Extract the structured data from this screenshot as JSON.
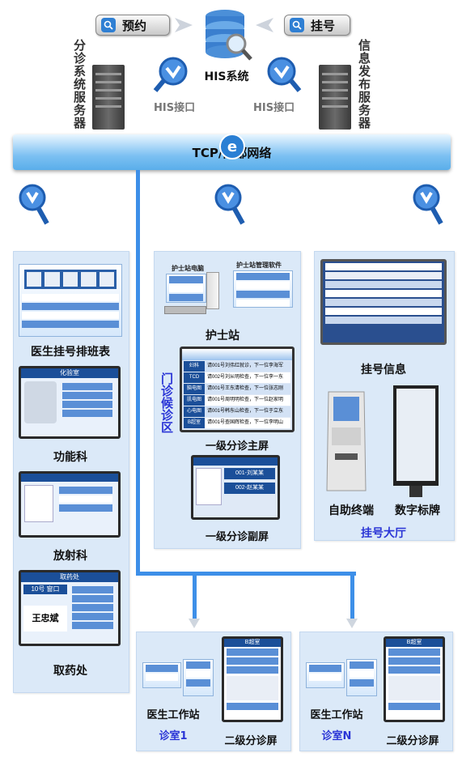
{
  "top": {
    "booking_label": "预约",
    "registration_label": "挂号",
    "his_system_label": "HIS系统",
    "his_interface_left": "HIS接口",
    "his_interface_right": "HIS接口",
    "triage_server_label": "分诊系统服务器",
    "info_server_label": "信息发布服务器"
  },
  "network": {
    "tcp_label": "TCP/内部网络"
  },
  "left_panel": {
    "doctor_schedule_label": "医生挂号排班表",
    "function_dept_label": "功能科",
    "radiology_label": "放射科",
    "pharmacy_label": "取药处",
    "function_screen_title": "化验室",
    "pharmacy_screen_title": "取药处",
    "pharmacy_window": "10号 窗口",
    "pharmacy_patient": "王忠斌"
  },
  "middle_panel": {
    "nurse_pc_label": "护士站电脑",
    "nurse_software_label": "护士站管理软件",
    "nurse_station_label": "护士站",
    "waiting_area_label": "门诊候诊区",
    "primary_screen_label": "一级分诊主屏",
    "secondary_screen_label": "一级分诊副屏",
    "primary_rows": [
      {
        "dept": "妇科",
        "msg": "请001号刘伟红就诊，下一位李海军"
      },
      {
        "dept": "TCD",
        "msg": "请002号刘从明检查，下一位李一东"
      },
      {
        "dept": "脑电图",
        "msg": "请001号王东清检查，下一位张志刚"
      },
      {
        "dept": "肌电图",
        "msg": "请001号周明明检查，下一位赵家明"
      },
      {
        "dept": "心电图",
        "msg": "请001号韩东山检查，下一位于立东"
      },
      {
        "dept": "B超室",
        "msg": "请001号查国辉检查，下一位李明山"
      }
    ],
    "sub_screen_codes": [
      "001-刘某某",
      "002-赵某某"
    ]
  },
  "right_panel": {
    "registration_info_label": "挂号信息",
    "kiosk_label": "自助终端",
    "signage_label": "数字标牌",
    "hall_label": "挂号大厅"
  },
  "bottom": {
    "doctor_ws_label_1": "医生工作站",
    "room_1_label": "诊室1",
    "secondary_triage_label_1": "二级分诊屏",
    "doctor_ws_label_2": "医生工作站",
    "room_n_label": "诊室N",
    "secondary_triage_label_2": "二级分诊屏",
    "room_screen_title": "B超室"
  },
  "colors": {
    "panel_bg": "#dbe9f8",
    "network_line": "#3d8fe8",
    "label_blue": "#2a35d6"
  }
}
